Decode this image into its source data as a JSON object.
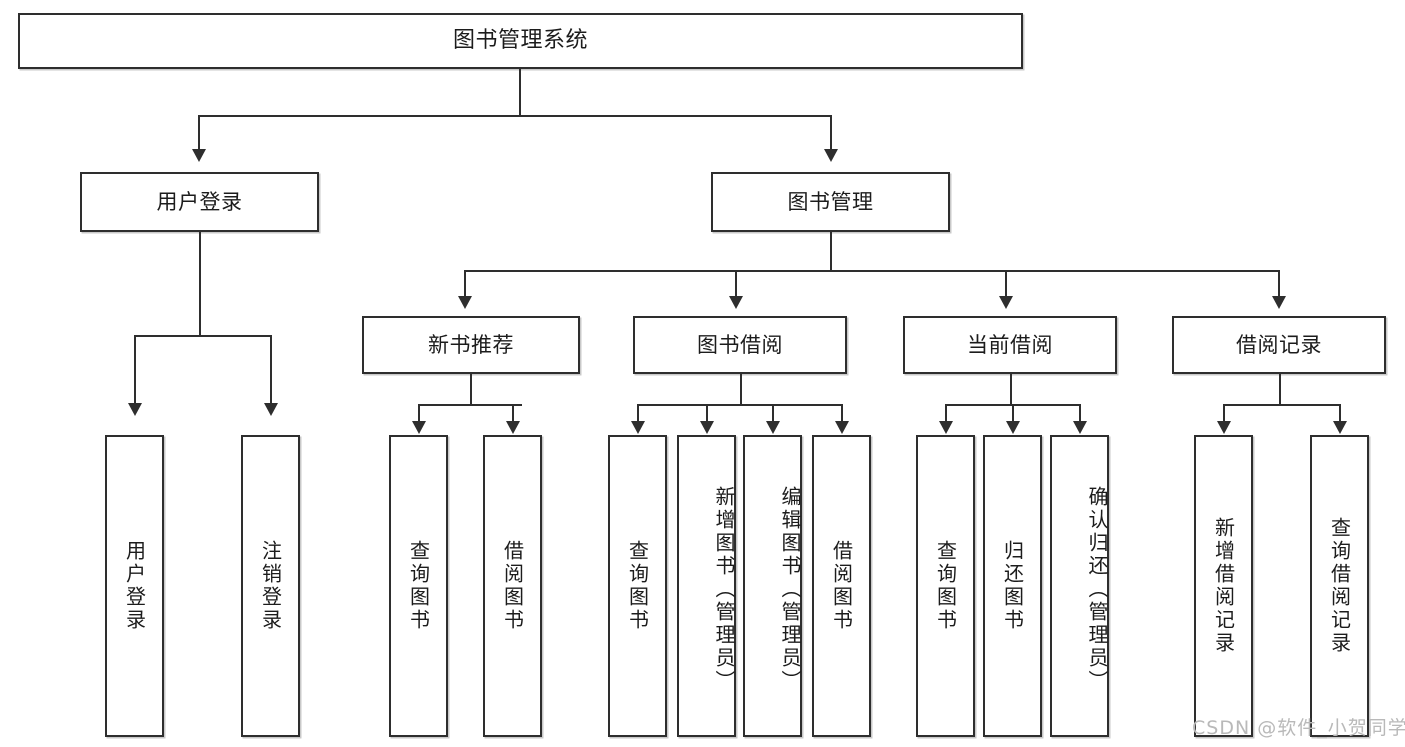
{
  "diagram": {
    "type": "tree",
    "title": "图书管理系统",
    "root": {
      "label": "图书管理系统"
    },
    "level2": [
      {
        "label": "用户登录"
      },
      {
        "label": "图书管理"
      }
    ],
    "level3": [
      {
        "label": "新书推荐"
      },
      {
        "label": "图书借阅"
      },
      {
        "label": "当前借阅"
      },
      {
        "label": "借阅记录"
      }
    ],
    "leaves": {
      "user_login": [
        {
          "label": "用户登录"
        },
        {
          "label": "注销登录"
        }
      ],
      "new_book_recommend": [
        {
          "label": "查询图书"
        },
        {
          "label": "借阅图书"
        }
      ],
      "book_borrow": [
        {
          "label": "查询图书"
        },
        {
          "label": "新增图书（管理员）"
        },
        {
          "label": "编辑图书（管理员）"
        },
        {
          "label": "借阅图书"
        }
      ],
      "current_borrow": [
        {
          "label": "查询图书"
        },
        {
          "label": "归还图书"
        },
        {
          "label": "确认归还（管理员）"
        }
      ],
      "borrow_record": [
        {
          "label": "新增借阅记录"
        },
        {
          "label": "查询借阅记录"
        }
      ]
    }
  },
  "watermark": {
    "text": "CSDN @软件_小贺同学"
  },
  "colors": {
    "border": "#2e2e2e",
    "background": "#ffffff",
    "text": "#1c1c1c",
    "watermark": "#b9b9b9"
  }
}
